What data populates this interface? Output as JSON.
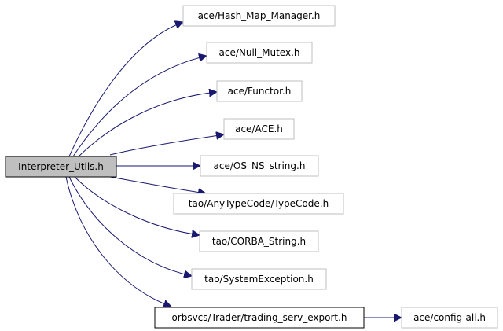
{
  "graph": {
    "source": {
      "label": "Interpreter_Utils.h"
    },
    "includes": [
      {
        "label": "ace/Hash_Map_Manager.h"
      },
      {
        "label": "ace/Null_Mutex.h"
      },
      {
        "label": "ace/Functor.h"
      },
      {
        "label": "ace/ACE.h"
      },
      {
        "label": "ace/OS_NS_string.h"
      },
      {
        "label": "tao/AnyTypeCode/TypeCode.h"
      },
      {
        "label": "tao/CORBA_String.h"
      },
      {
        "label": "tao/SystemException.h"
      },
      {
        "label": "orbsvcs/Trader/trading_serv_export.h"
      },
      {
        "label": "ace/config-all.h"
      }
    ],
    "colors": {
      "edge": "#191970",
      "source_fill": "#bfbfbf",
      "linked_border": "#000000",
      "unlinked_border": "#bfbfbf"
    }
  }
}
